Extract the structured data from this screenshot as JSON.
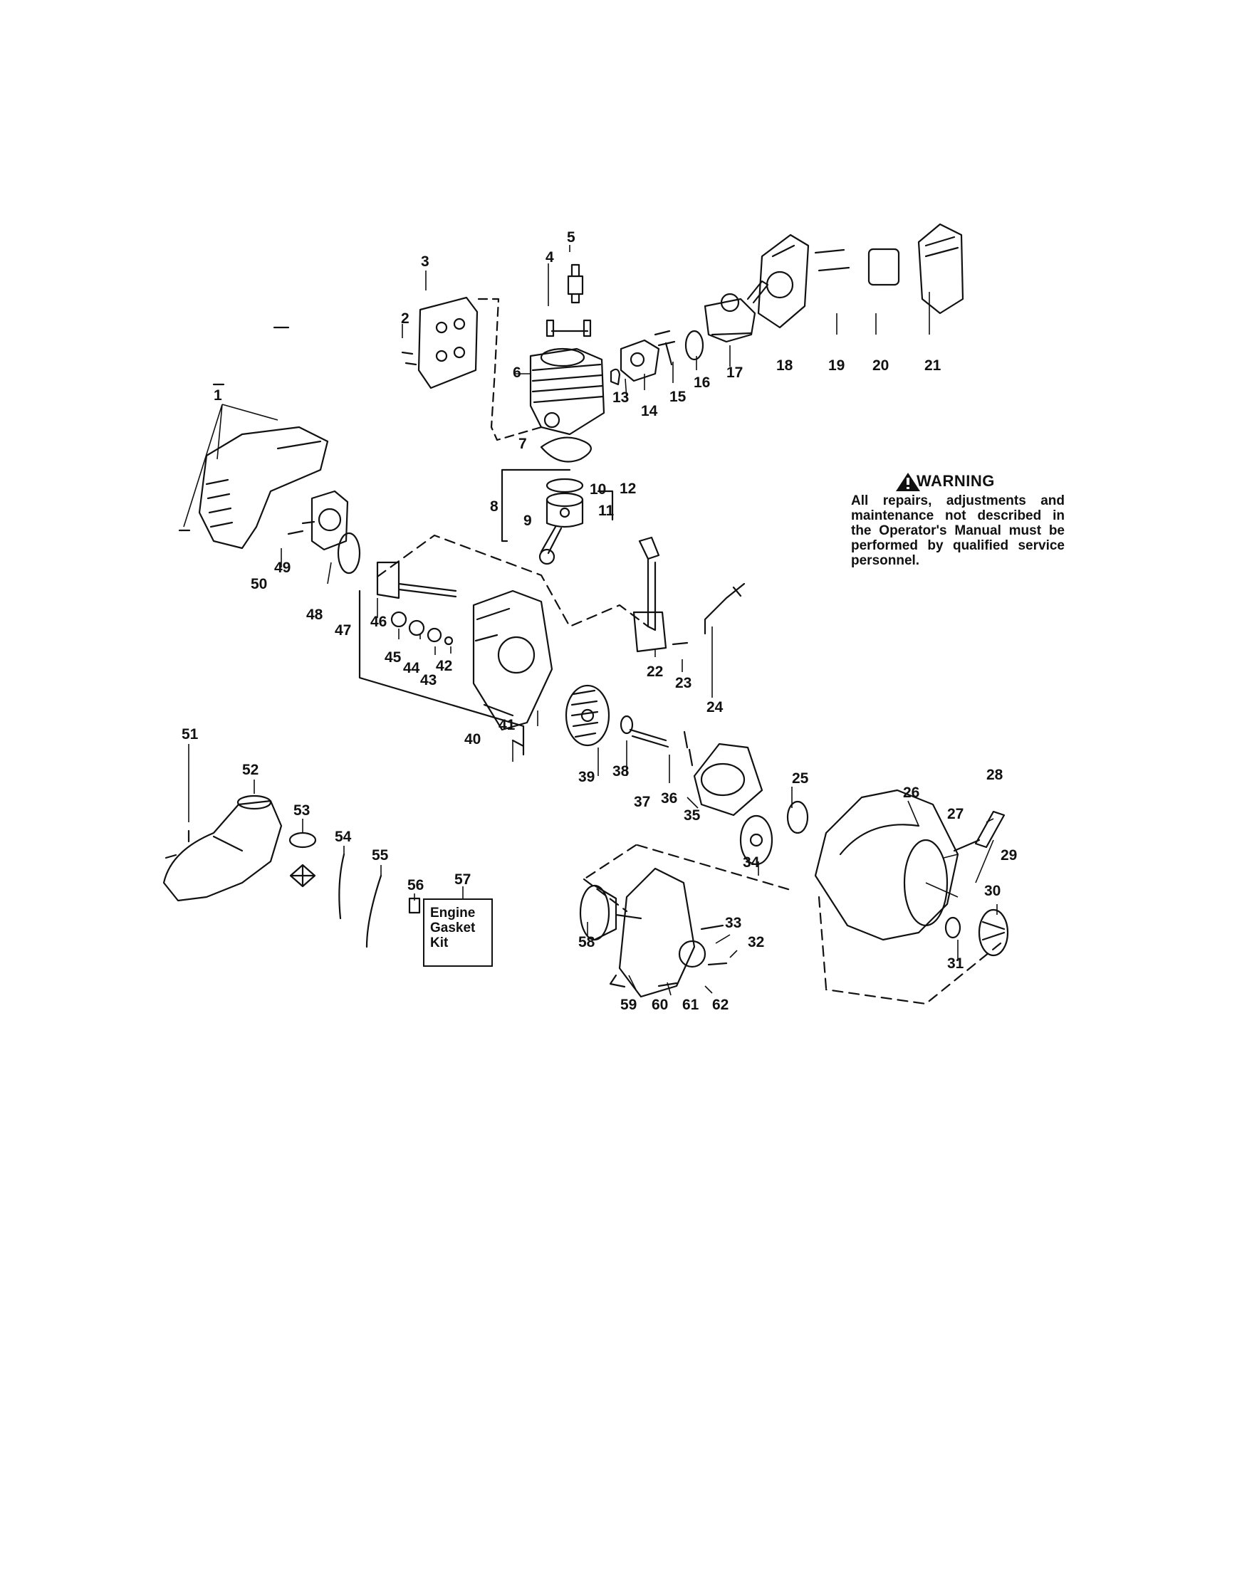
{
  "warning": {
    "title": "WARNING",
    "text": "All repairs, adjustments and maintenance not described in the Operator's Manual must be performed by qualified service personnel."
  },
  "kit_box": {
    "text": "Engine Gasket Kit"
  },
  "part_labels": [
    "1",
    "2",
    "3",
    "4",
    "5",
    "6",
    "7",
    "8",
    "9",
    "10",
    "11",
    "12",
    "13",
    "14",
    "15",
    "16",
    "17",
    "18",
    "19",
    "20",
    "21",
    "22",
    "23",
    "24",
    "25",
    "26",
    "27",
    "28",
    "29",
    "30",
    "31",
    "32",
    "33",
    "34",
    "35",
    "36",
    "37",
    "38",
    "39",
    "40",
    "41",
    "42",
    "43",
    "44",
    "45",
    "46",
    "47",
    "48",
    "49",
    "50",
    "51",
    "52",
    "53",
    "54",
    "55",
    "56",
    "57",
    "58",
    "59",
    "60",
    "61",
    "62"
  ]
}
